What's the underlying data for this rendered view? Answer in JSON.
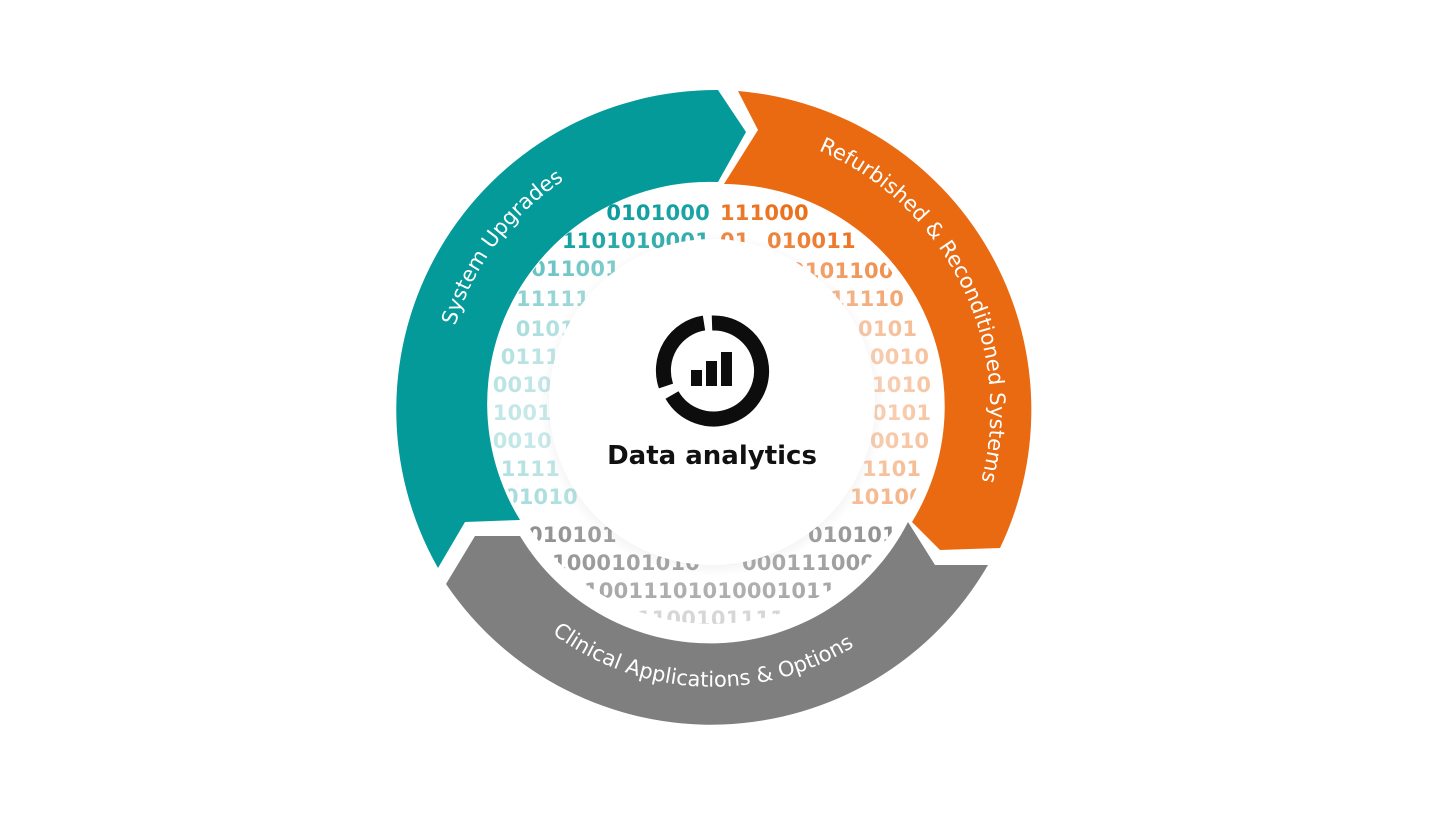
{
  "diagram": {
    "center": {
      "title": "Data analytics",
      "icon": "analytics-chart-icon"
    },
    "segments": [
      {
        "label": "System Upgrades",
        "color": "#049a9a",
        "icon": ""
      },
      {
        "label": "Refurbished & Reconditioned Systems",
        "color": "#ea6a12"
      },
      {
        "label": "Clinical Applications & Options",
        "color": "#7f7f7f"
      }
    ],
    "binary_rows": {
      "teal": [
        "0101000",
        "1101010001",
        "011001",
        "11111",
        "0101",
        "0111",
        "0010",
        "1001",
        "0010",
        "1111",
        "01010"
      ],
      "orange": [
        "111000",
        "01",
        "010011",
        "0101100",
        "11110",
        "0101",
        "0010",
        "1010",
        "0101",
        "0010",
        "1101",
        "10100"
      ],
      "gray": [
        "010101",
        "0101011",
        "1000101010",
        "0001110001",
        "10011101010001011",
        "01100101111"
      ]
    },
    "colors": {
      "teal": "#049a9a",
      "orange": "#ea6a12",
      "gray": "#7f7f7f",
      "background": "#ffffff"
    }
  }
}
